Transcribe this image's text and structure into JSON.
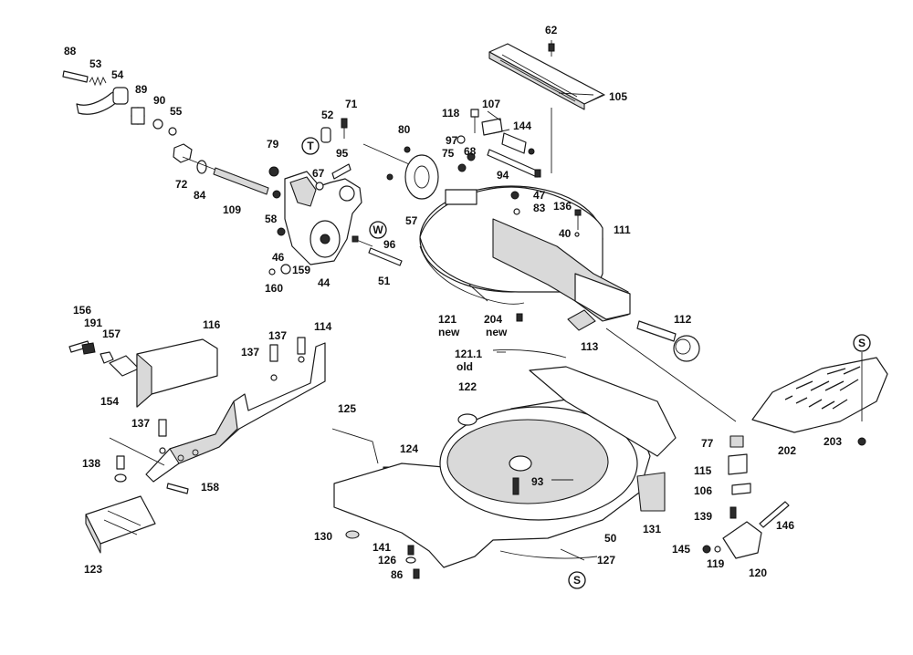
{
  "labels": {
    "l62": "62",
    "l105": "105",
    "l88": "88",
    "l53": "53",
    "l54": "54",
    "l89": "89",
    "l90": "90",
    "l55": "55",
    "l72": "72",
    "l84": "84",
    "l109": "109",
    "l79": "79",
    "l58": "58",
    "l46": "46",
    "l159": "159",
    "l160": "160",
    "l44": "44",
    "l52": "52",
    "l71": "71",
    "l95": "95",
    "l67": "67",
    "l96": "96",
    "l51": "51",
    "l80": "80",
    "l118": "118",
    "l107": "107",
    "l144": "144",
    "l97": "97",
    "l75": "75",
    "l68": "68",
    "l94": "94",
    "l57": "57",
    "l47": "47",
    "l83": "83",
    "l136": "136",
    "l40": "40",
    "l111": "111",
    "l121": "121",
    "l121n": "new",
    "l204": "204",
    "l204n": "new",
    "l113": "113",
    "l112": "112",
    "l156": "156",
    "l191": "191",
    "l157": "157",
    "l154": "154",
    "l116": "116",
    "l137a": "137",
    "l137b": "137",
    "l114": "114",
    "l137c": "137",
    "l138": "138",
    "l158": "158",
    "l123": "123",
    "l125": "125",
    "l124": "124",
    "l1211": "121.1",
    "l1211o": "old",
    "l122": "122",
    "l93": "93",
    "l130": "130",
    "l141": "141",
    "l126": "126",
    "l86": "86",
    "l50": "50",
    "l127": "127",
    "l131": "131",
    "l77": "77",
    "l115": "115",
    "l106": "106",
    "l139": "139",
    "l146": "146",
    "l145": "145",
    "l119": "119",
    "l120": "120",
    "l202": "202",
    "l203": "203"
  },
  "markers": {
    "t": "T",
    "w": "W",
    "s_top": "S",
    "s_bottom": "S"
  }
}
